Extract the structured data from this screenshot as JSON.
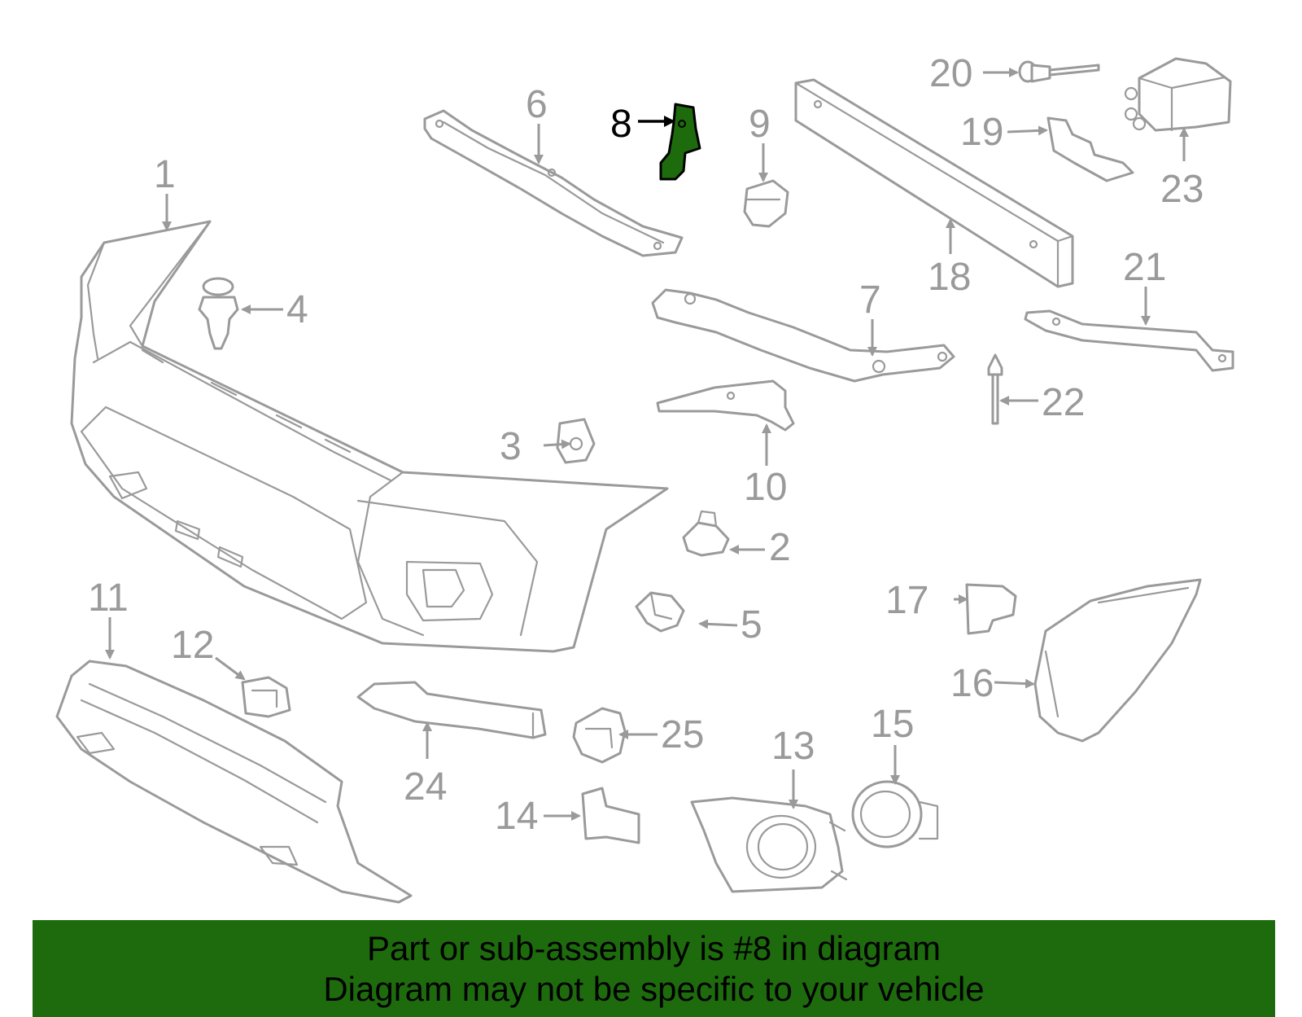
{
  "diagram": {
    "highlight_color": "#1e6b0e",
    "highlighted_part": "8",
    "callouts": [
      "1",
      "2",
      "3",
      "4",
      "5",
      "6",
      "7",
      "8",
      "9",
      "10",
      "11",
      "12",
      "13",
      "14",
      "15",
      "16",
      "17",
      "18",
      "19",
      "20",
      "21",
      "22",
      "23",
      "24",
      "25"
    ]
  },
  "footer": {
    "line1": "Part or sub-assembly is #8 in diagram",
    "line2": "Diagram may not be specific to your vehicle"
  }
}
